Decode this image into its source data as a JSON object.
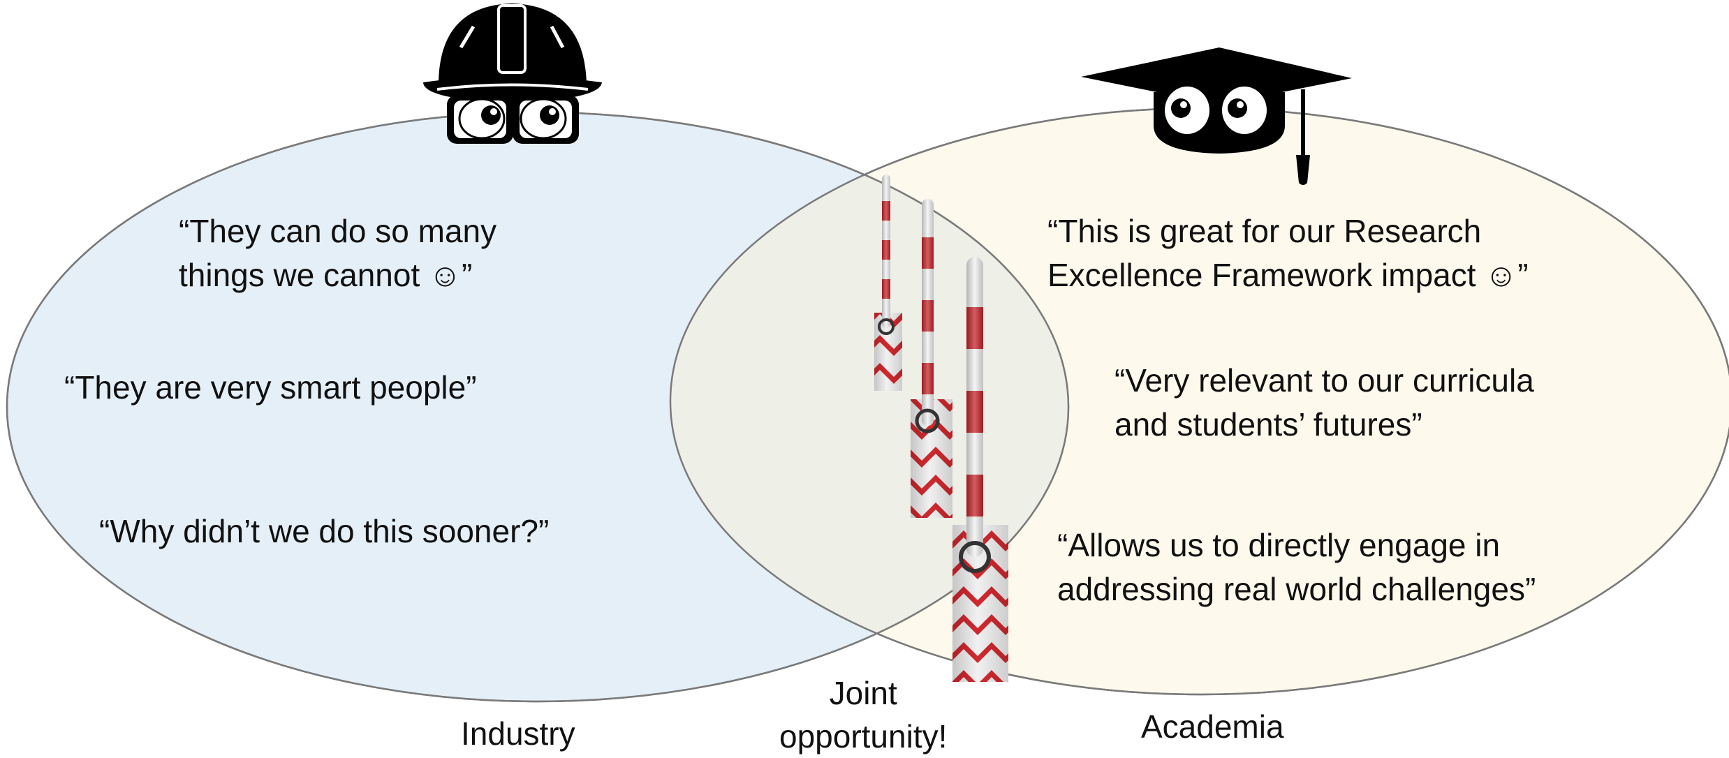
{
  "diagram": {
    "sets": [
      {
        "id": "industry",
        "label": "Industry",
        "fill": "#e5eff8",
        "quotes": [
          [
            "“They can do so many",
            "things we cannot ☺”"
          ],
          [
            "“They are very smart people”"
          ],
          [
            "“Why didn’t we do this sooner?”"
          ]
        ]
      },
      {
        "id": "academia",
        "label": "Academia",
        "fill": "#fdf9ed",
        "quotes": [
          [
            "“This is great for our Research",
            "Excellence Framework impact ☺”"
          ],
          [
            "“Very relevant to our curricula",
            "and students’ futures”"
          ],
          [
            "“Allows us to directly engage in",
            "addressing real world challenges”"
          ]
        ]
      }
    ],
    "overlap": {
      "label_lines": [
        "Joint",
        "opportunity!"
      ],
      "fill": "#eeefe7"
    },
    "icons": [
      "hard-hat-glasses-icon",
      "graduation-cap-eyes-icon",
      "barrier-gate-icon"
    ],
    "colors": {
      "outline": "#7a7a7a",
      "barrier_red": "#c8262c",
      "barrier_white": "#f2f2f2",
      "icon_black": "#000000"
    }
  }
}
